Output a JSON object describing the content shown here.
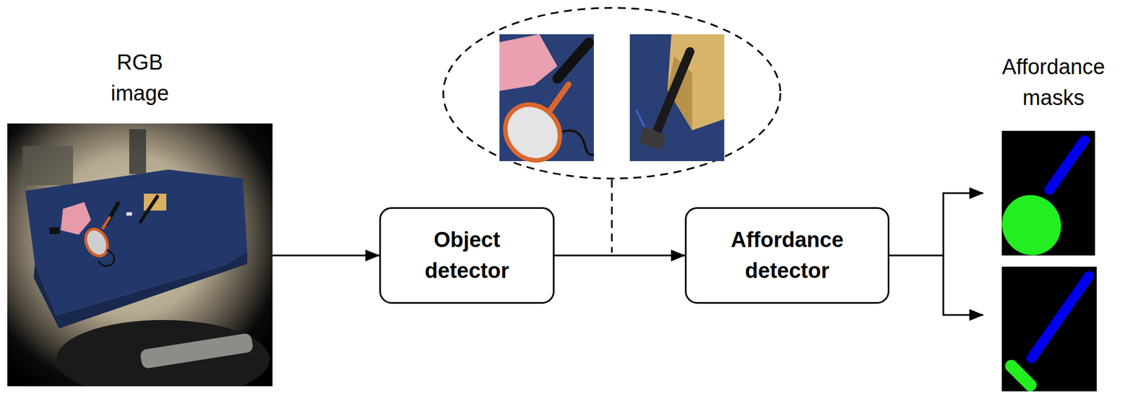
{
  "diagram": {
    "nodes": [
      {
        "text": [
          "RGB image"
        ]
      },
      {
        "text": [
          "Object detector"
        ]
      },
      {
        "text": [
          "Affordance detector"
        ]
      },
      {
        "text": [
          "Affordance masks"
        ]
      }
    ],
    "edges": [
      {
        "from": 0,
        "to": 1,
        "arrow": "to"
      },
      {
        "from": 1,
        "to": 2,
        "arrow": "to"
      },
      {
        "from": 2,
        "to": 3,
        "arrow": "to"
      }
    ]
  }
}
